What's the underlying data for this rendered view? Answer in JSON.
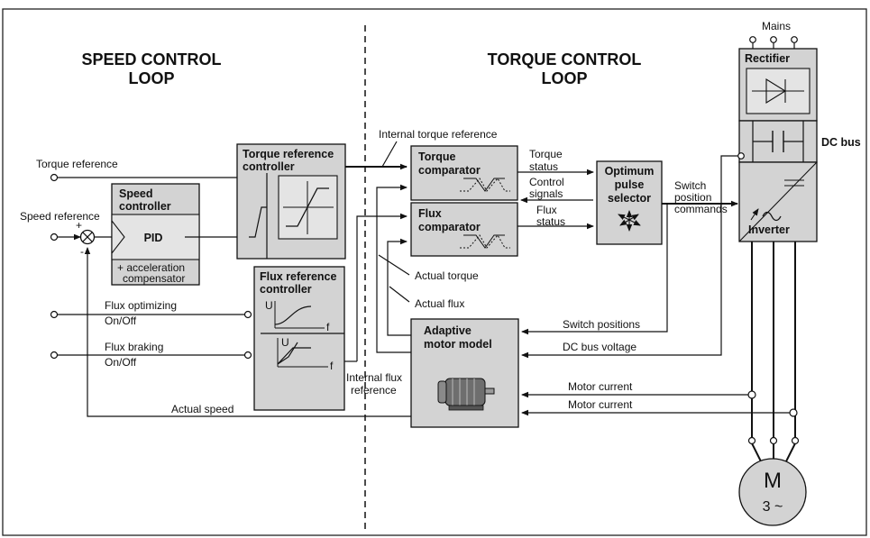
{
  "sections": {
    "speed_title_1": "SPEED CONTROL",
    "speed_title_2": "LOOP",
    "torque_title_1": "TORQUE CONTROL",
    "torque_title_2": "LOOP"
  },
  "inputs": {
    "torque_reference": "Torque reference",
    "speed_reference": "Speed reference",
    "plus": "+",
    "minus": "-",
    "flux_optimizing_1": "Flux optimizing",
    "flux_optimizing_2": "On/Off",
    "flux_braking_1": "Flux braking",
    "flux_braking_2": "On/Off",
    "actual_speed": "Actual speed"
  },
  "speed_controller": {
    "title_1": "Speed",
    "title_2": "controller",
    "pid": "PID",
    "note_1": "+ acceleration",
    "note_2": "compensator"
  },
  "torque_ref_controller": {
    "title_1": "Torque reference",
    "title_2": "controller"
  },
  "flux_ref_controller": {
    "title_1": "Flux reference",
    "title_2": "controller",
    "u": "U",
    "f": "f"
  },
  "signals": {
    "internal_torque_reference": "Internal torque reference",
    "internal_flux_1": "Internal flux",
    "internal_flux_2": "reference",
    "actual_torque": "Actual torque",
    "actual_flux": "Actual flux",
    "torque_status_1": "Torque",
    "torque_status_2": "status",
    "control_signals_1": "Control",
    "control_signals_2": "signals",
    "flux_status_1": "Flux",
    "flux_status_2": "status",
    "switch_cmd_1": "Switch",
    "switch_cmd_2": "position",
    "switch_cmd_3": "commands",
    "switch_positions": "Switch positions",
    "dc_bus_voltage": "DC bus voltage",
    "motor_current_1": "Motor current",
    "motor_current_2": "Motor current"
  },
  "torque_comparator": {
    "title_1": "Torque",
    "title_2": "comparator"
  },
  "flux_comparator": {
    "title_1": "Flux",
    "title_2": "comparator"
  },
  "pulse_selector": {
    "title_1": "Optimum",
    "title_2": "pulse",
    "title_3": "selector"
  },
  "motor_model": {
    "title_1": "Adaptive",
    "title_2": "motor model"
  },
  "power": {
    "mains": "Mains",
    "rectifier": "Rectifier",
    "dc_bus": "DC bus",
    "inverter": "Inverter",
    "motor_m": "M",
    "motor_phase": "3 ~"
  }
}
